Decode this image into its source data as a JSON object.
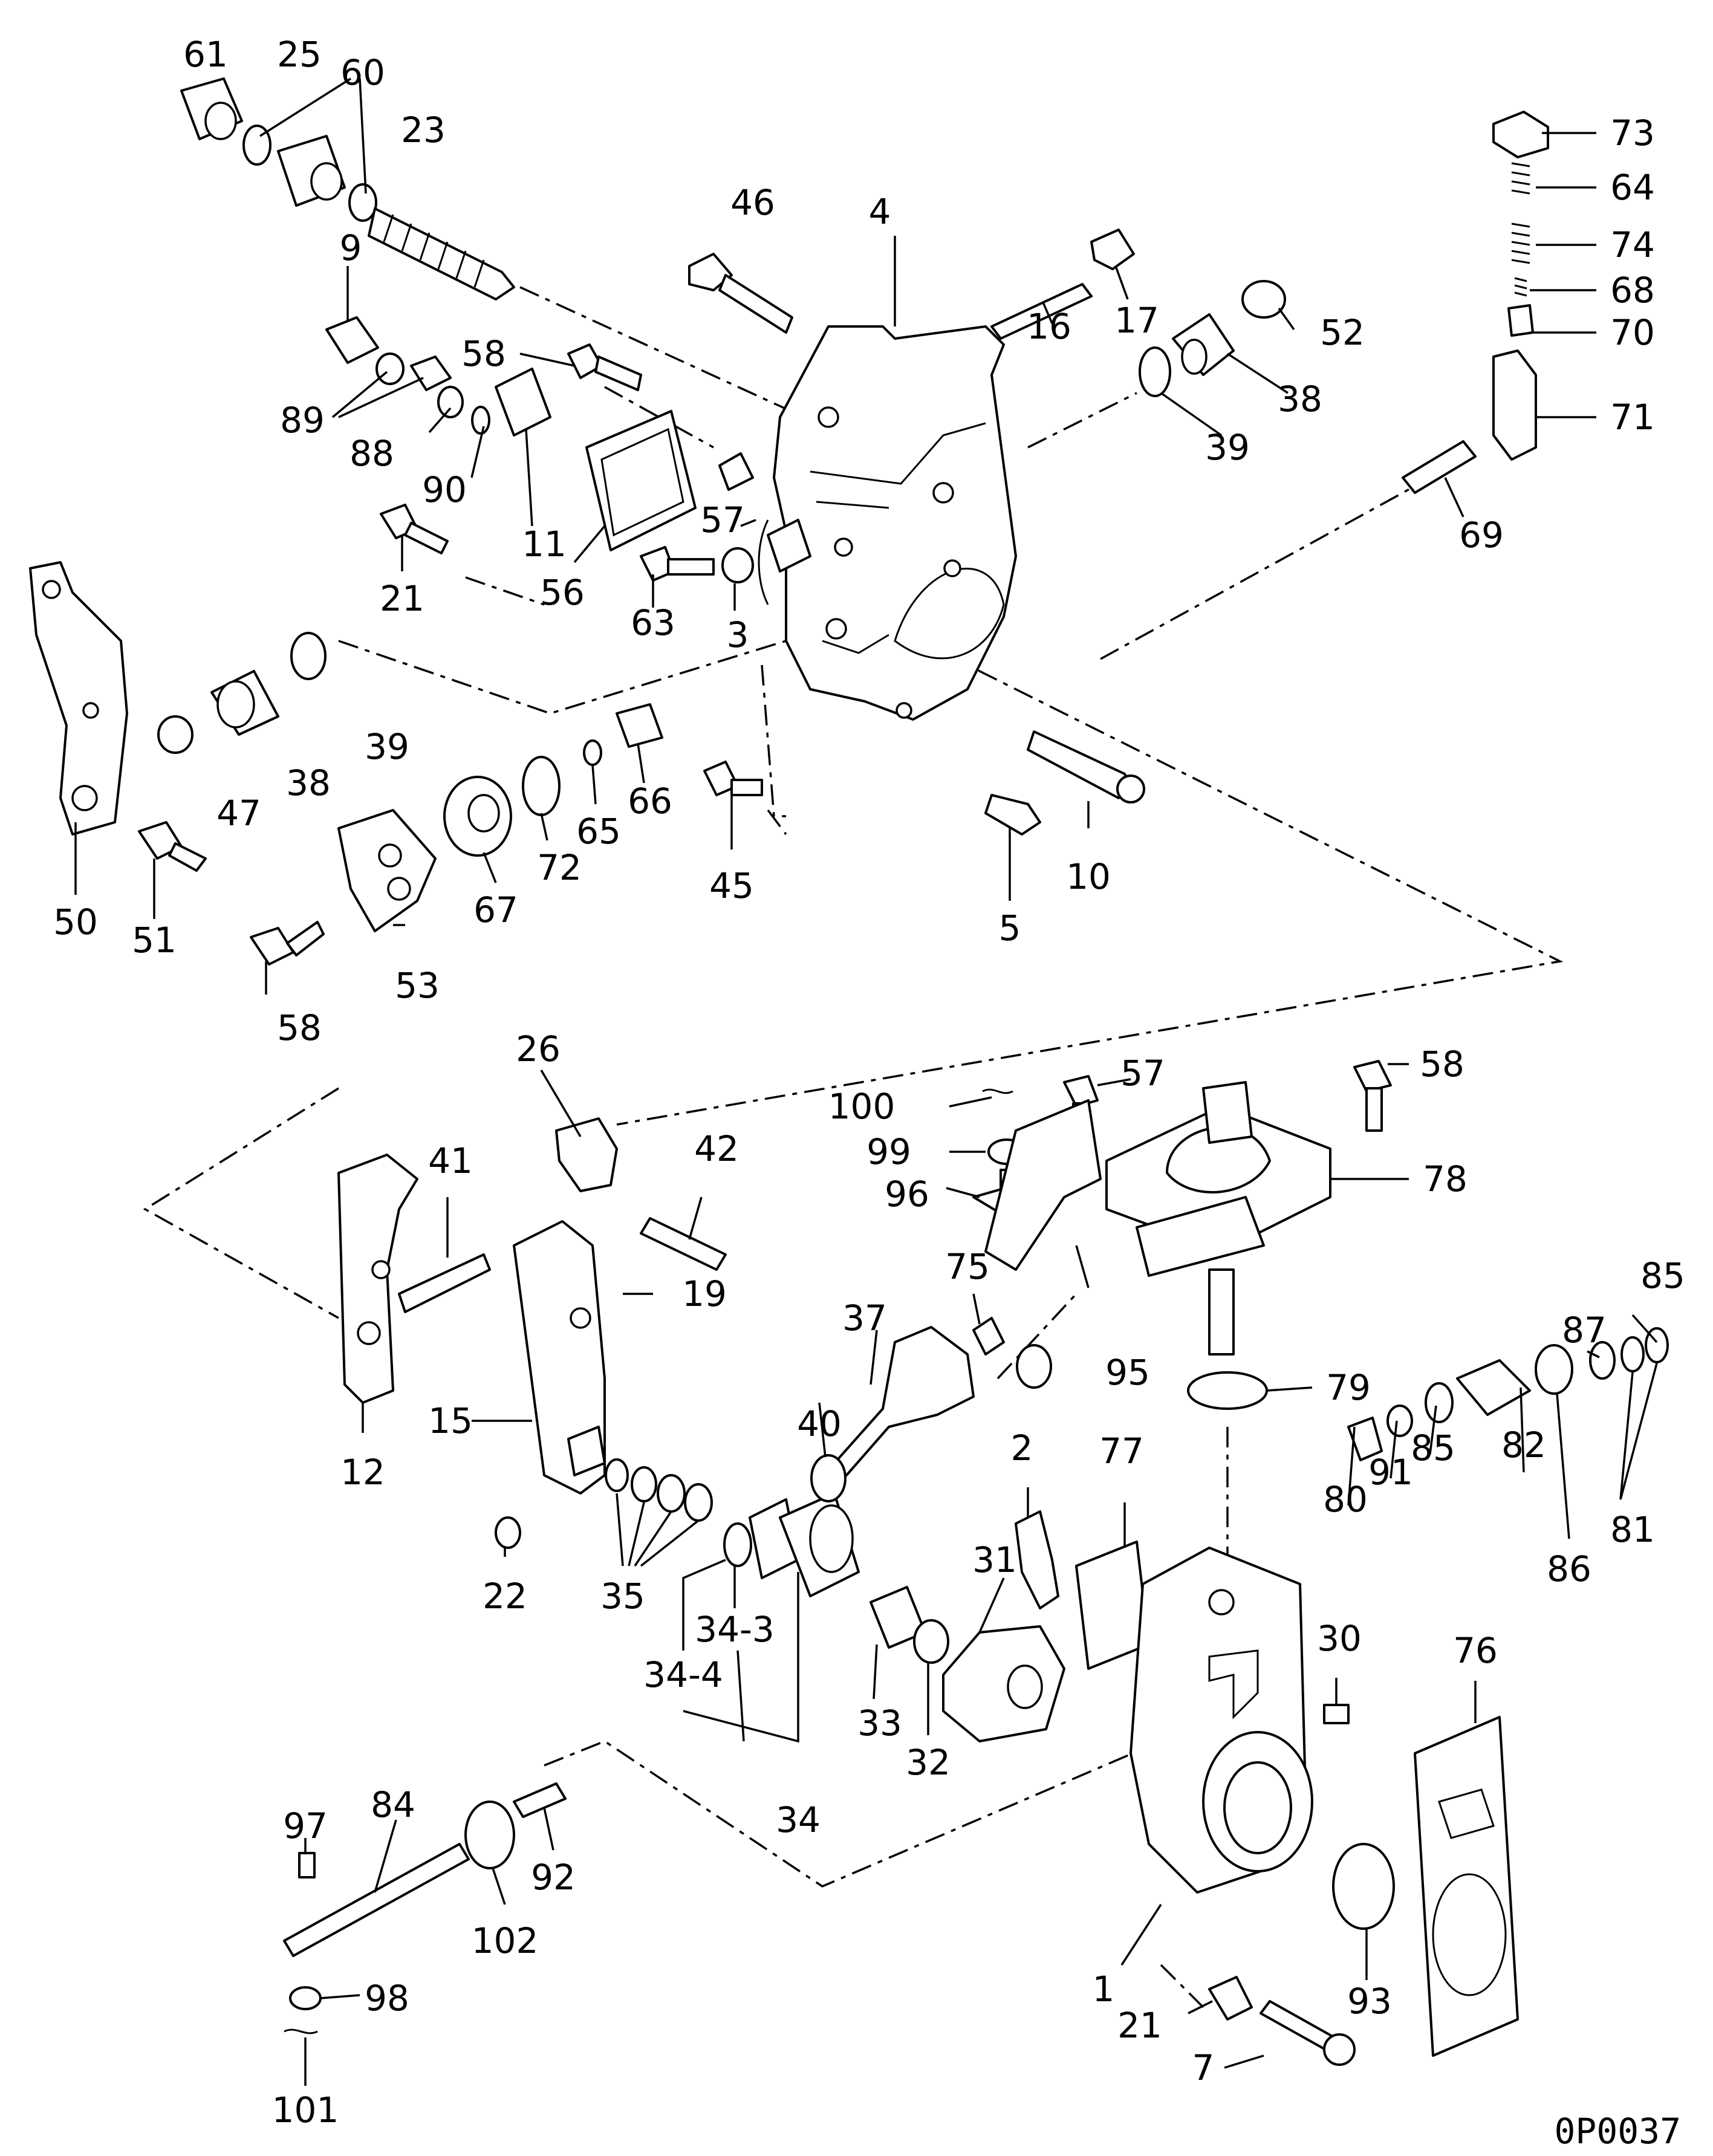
{
  "diagram_code": "0P0037",
  "callouts": [
    "61",
    "25",
    "60",
    "23",
    "9",
    "46",
    "4",
    "16",
    "17",
    "52",
    "38",
    "39",
    "73",
    "64",
    "74",
    "68",
    "70",
    "71",
    "69",
    "58",
    "89",
    "88",
    "90",
    "11",
    "56",
    "57",
    "63",
    "3",
    "21",
    "50",
    "47",
    "38",
    "39",
    "51",
    "53",
    "58",
    "67",
    "72",
    "65",
    "66",
    "45",
    "5",
    "10",
    "26",
    "41",
    "42",
    "19",
    "12",
    "15",
    "22",
    "35",
    "34-3",
    "34-4",
    "34",
    "100",
    "99",
    "96",
    "57",
    "58",
    "78",
    "95",
    "75",
    "37",
    "40",
    "2",
    "77",
    "31",
    "33",
    "32",
    "79",
    "80",
    "91",
    "85",
    "82",
    "87",
    "85",
    "86",
    "81",
    "30",
    "76",
    "1",
    "21",
    "7",
    "93",
    "97",
    "84",
    "102",
    "92",
    "98",
    "101"
  ]
}
